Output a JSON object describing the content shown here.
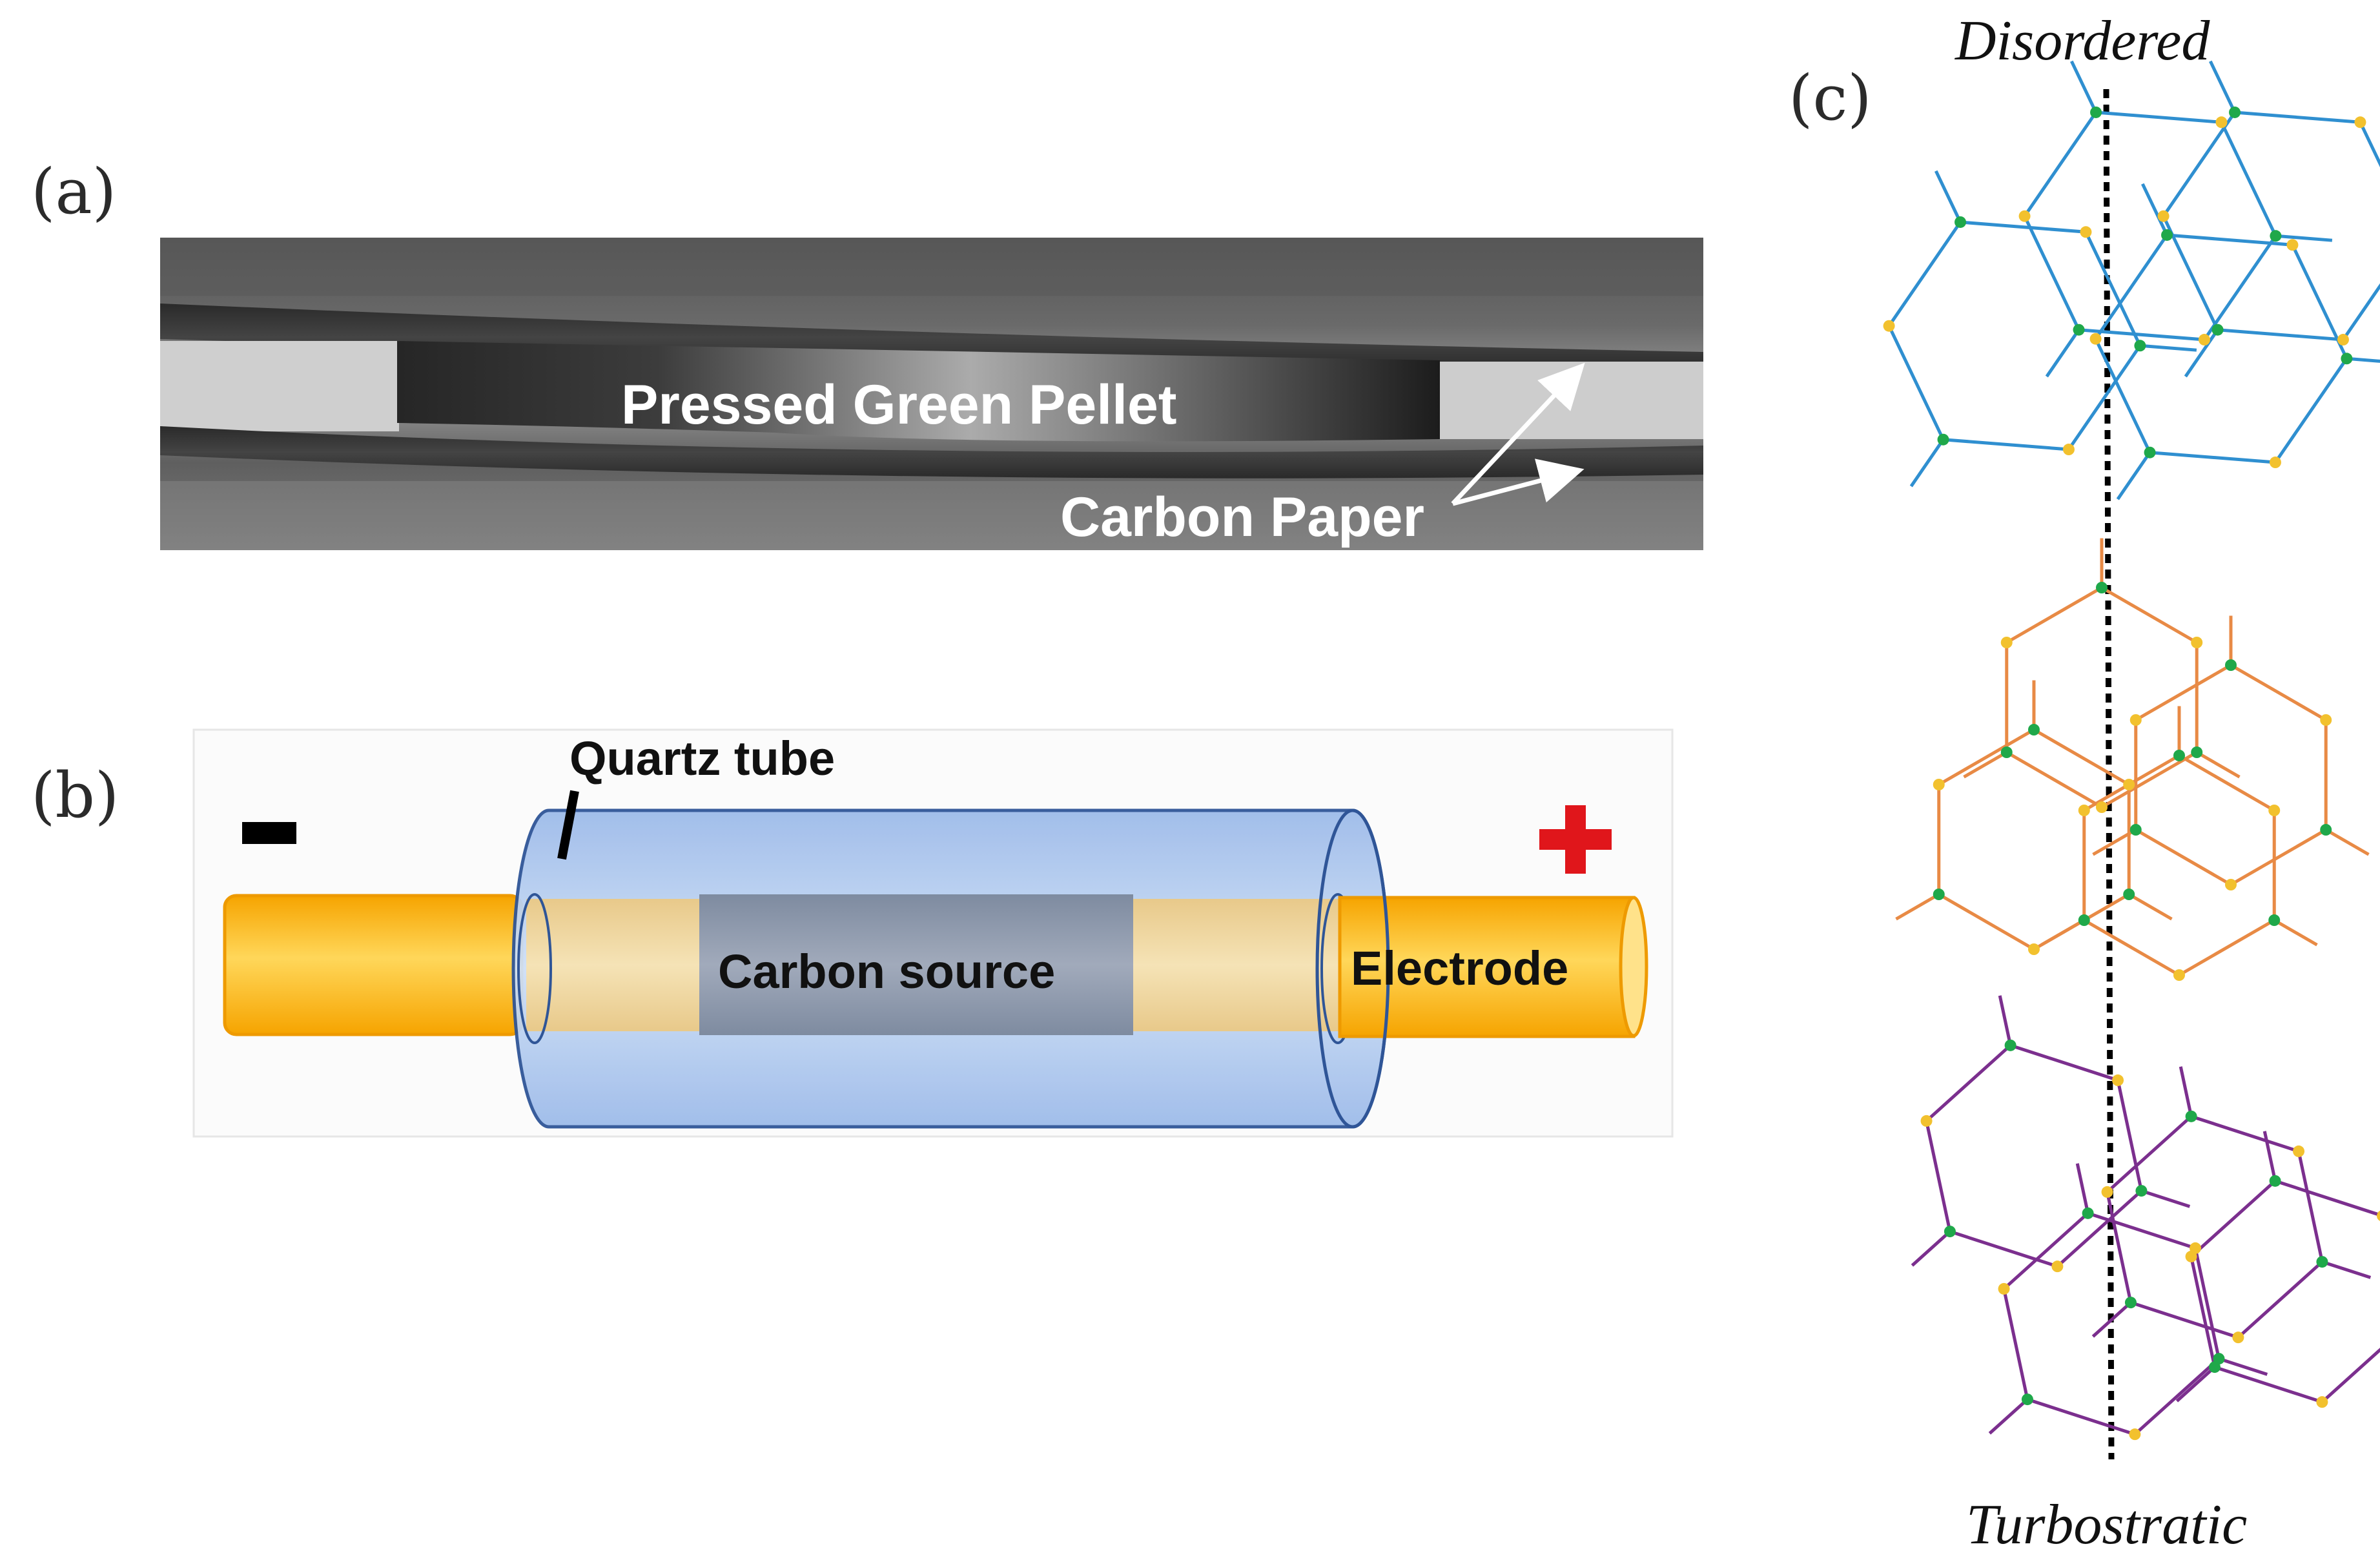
{
  "panels": {
    "a": {
      "label": "(a)",
      "pellet_text": "Pressed Green Pellet",
      "paper_text": "Carbon Paper"
    },
    "b": {
      "label": "(b)",
      "quartz_text": "Quartz tube",
      "source_text": "Carbon source",
      "electrode_text": "Electrode",
      "minus_sign": "−",
      "plus_sign": "+"
    },
    "c": {
      "label": "(c)",
      "top_text": "Disordered",
      "bottom_text": "Turbostratic"
    }
  },
  "colors": {
    "electrode": "#ffc20e",
    "electrode_edge": "#f29a00",
    "quartz": "#a9c6ee",
    "quartz_edge": "#2f5597",
    "carbon_source": "#8c99ad",
    "plus": "#e0161b",
    "lattice_top": "#2f8fd0",
    "lattice_mid": "#e88a45",
    "lattice_bottom": "#7b2f8e",
    "atom_green": "#1fa84a",
    "atom_yellow": "#f2c12e"
  }
}
